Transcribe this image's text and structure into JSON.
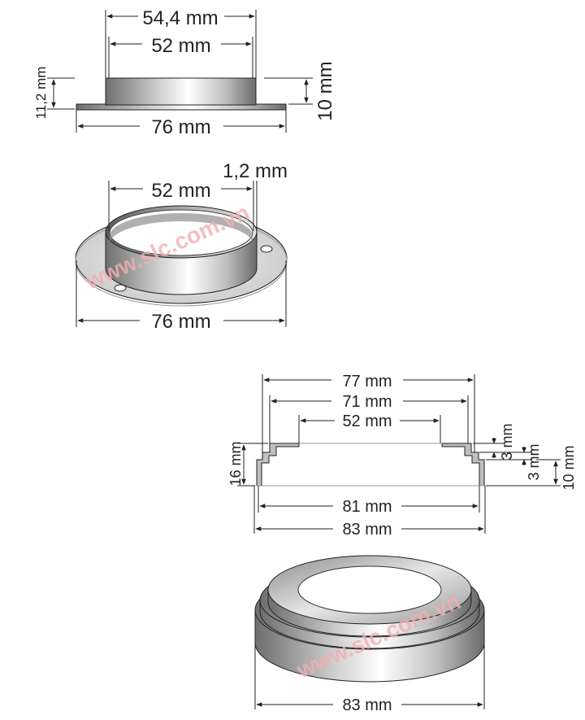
{
  "part1_side": {
    "outer_top": "54,4 mm",
    "inner_top": "52 mm",
    "flange_height": "11,2 mm",
    "body_height": "10 mm",
    "flange_width": "76 mm"
  },
  "part1_iso": {
    "inner": "52 mm",
    "wall": "1,2 mm",
    "flange": "76 mm",
    "watermark": "www.slc.com.vn"
  },
  "part2_side": {
    "d77": "77 mm",
    "d71": "71 mm",
    "d52": "52 mm",
    "h16": "16 mm",
    "step1": "3 mm",
    "step2": "3 mm",
    "h10": "10 mm",
    "d81": "81 mm",
    "d83": "83 mm"
  },
  "part2_iso": {
    "d83": "83 mm",
    "watermark": "www.slc.com.vn"
  },
  "colors": {
    "line": "#222222",
    "watermark": "#f2b0b0",
    "metal_dark": "#7a7a7a",
    "metal_light": "#f4f4f4"
  }
}
